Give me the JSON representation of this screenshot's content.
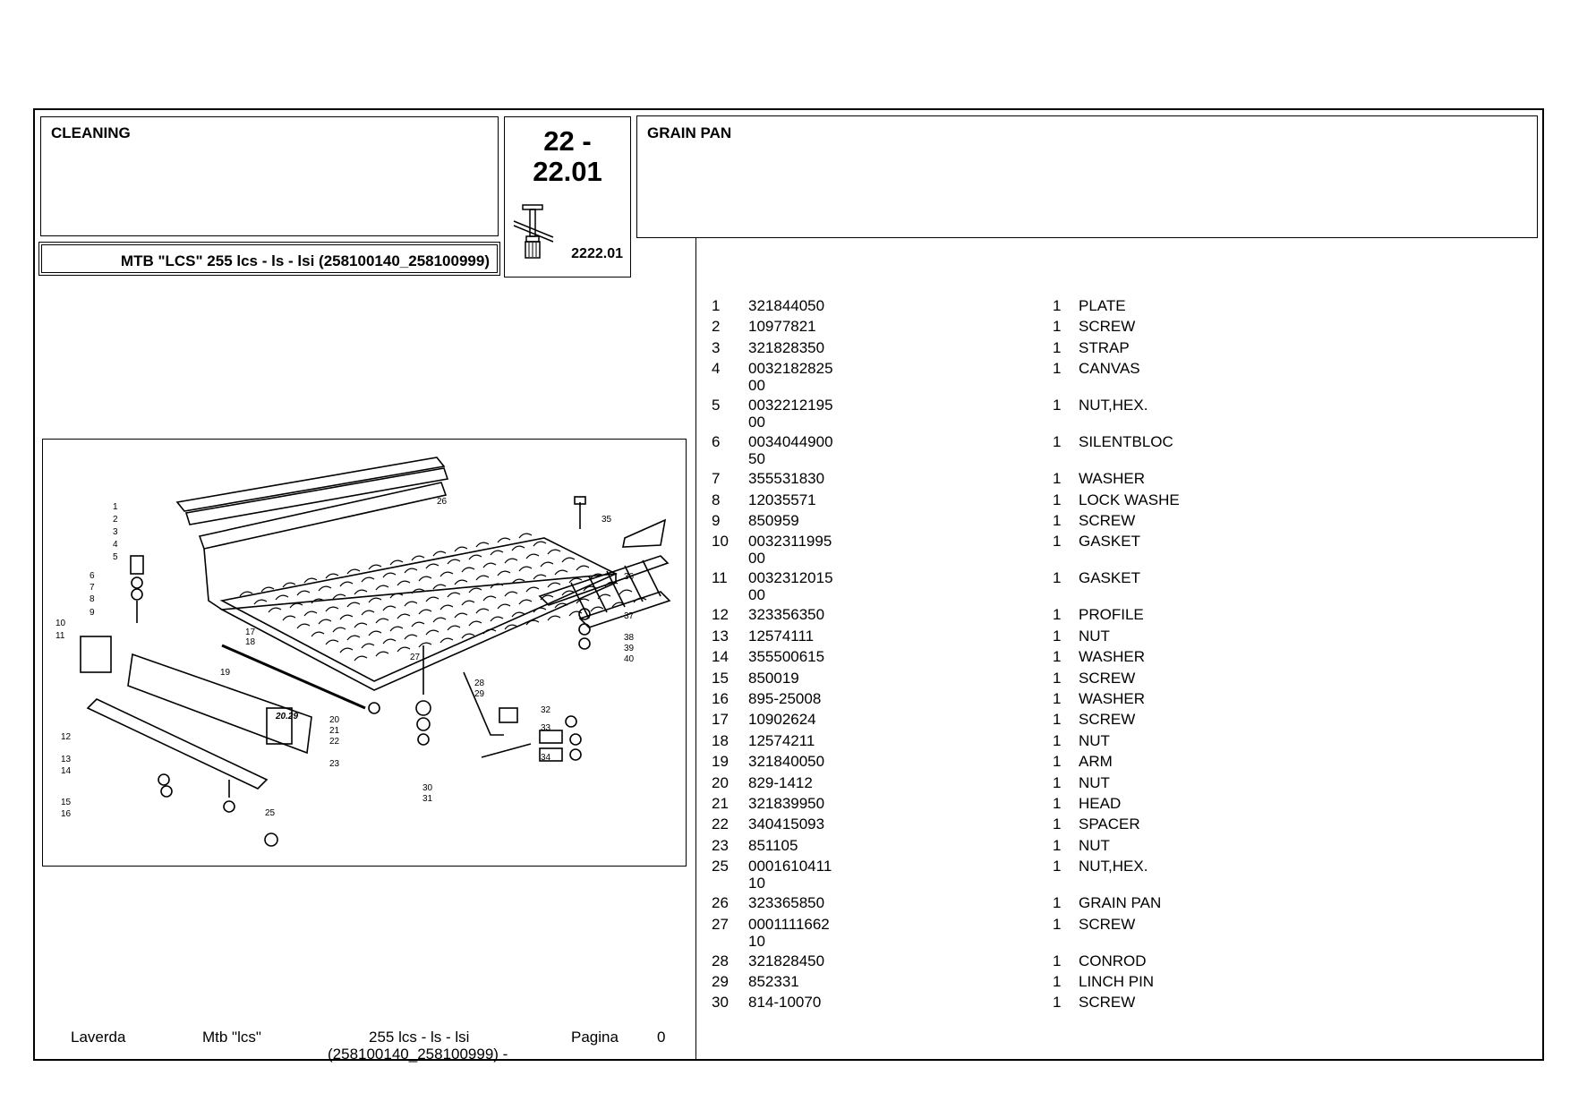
{
  "header": {
    "section_title": "CLEANING",
    "model_line": "MTB \"LCS\" 255 lcs - ls - lsi (258100140_258100999)",
    "group_code": "22 -\n22.01",
    "group_code_line1": "22 -",
    "group_code_line2": "22.01",
    "sub_code": "2222.01",
    "part_title": "GRAIN PAN"
  },
  "diagram": {
    "callouts": [
      "1",
      "2",
      "3",
      "4",
      "5",
      "6",
      "7",
      "8",
      "9",
      "10",
      "11",
      "12",
      "13",
      "14",
      "15",
      "16",
      "17",
      "18",
      "19",
      "20",
      "21",
      "22",
      "23",
      "25",
      "26",
      "27",
      "28",
      "29",
      "30",
      "31",
      "32",
      "33",
      "34",
      "35",
      "36",
      "37",
      "38",
      "39",
      "40"
    ],
    "reference_label": "20.29",
    "line_color": "#000000"
  },
  "parts": [
    {
      "num": "1",
      "code_line1": "321844050",
      "code_line2": "",
      "qty": "1",
      "desc": "PLATE"
    },
    {
      "num": "2",
      "code_line1": "10977821",
      "code_line2": "",
      "qty": "1",
      "desc": "SCREW"
    },
    {
      "num": "3",
      "code_line1": "321828350",
      "code_line2": "",
      "qty": "1",
      "desc": "STRAP"
    },
    {
      "num": "4",
      "code_line1": "0032182825",
      "code_line2": "00",
      "qty": "1",
      "desc": "CANVAS"
    },
    {
      "num": "5",
      "code_line1": "0032212195",
      "code_line2": "00",
      "qty": "1",
      "desc": "NUT,HEX."
    },
    {
      "num": "6",
      "code_line1": "0034044900",
      "code_line2": "50",
      "qty": "1",
      "desc": "SILENTBLOC"
    },
    {
      "num": "7",
      "code_line1": "355531830",
      "code_line2": "",
      "qty": "1",
      "desc": "WASHER"
    },
    {
      "num": "8",
      "code_line1": "12035571",
      "code_line2": "",
      "qty": "1",
      "desc": "LOCK WASHE"
    },
    {
      "num": "9",
      "code_line1": "850959",
      "code_line2": "",
      "qty": "1",
      "desc": "SCREW"
    },
    {
      "num": "10",
      "code_line1": "0032311995",
      "code_line2": "00",
      "qty": "1",
      "desc": "GASKET"
    },
    {
      "num": "11",
      "code_line1": "0032312015",
      "code_line2": "00",
      "qty": "1",
      "desc": "GASKET"
    },
    {
      "num": "12",
      "code_line1": "323356350",
      "code_line2": "",
      "qty": "1",
      "desc": "PROFILE"
    },
    {
      "num": "13",
      "code_line1": "12574111",
      "code_line2": "",
      "qty": "1",
      "desc": "NUT"
    },
    {
      "num": "14",
      "code_line1": "355500615",
      "code_line2": "",
      "qty": "1",
      "desc": "WASHER"
    },
    {
      "num": "15",
      "code_line1": "850019",
      "code_line2": "",
      "qty": "1",
      "desc": "SCREW"
    },
    {
      "num": "16",
      "code_line1": "895-25008",
      "code_line2": "",
      "qty": "1",
      "desc": "WASHER"
    },
    {
      "num": "17",
      "code_line1": "10902624",
      "code_line2": "",
      "qty": "1",
      "desc": "SCREW"
    },
    {
      "num": "18",
      "code_line1": "12574211",
      "code_line2": "",
      "qty": "1",
      "desc": "NUT"
    },
    {
      "num": "19",
      "code_line1": "321840050",
      "code_line2": "",
      "qty": "1",
      "desc": "ARM"
    },
    {
      "num": "20",
      "code_line1": "829-1412",
      "code_line2": "",
      "qty": "1",
      "desc": "NUT"
    },
    {
      "num": "21",
      "code_line1": "321839950",
      "code_line2": "",
      "qty": "1",
      "desc": "HEAD"
    },
    {
      "num": "22",
      "code_line1": "340415093",
      "code_line2": "",
      "qty": "1",
      "desc": "SPACER"
    },
    {
      "num": "23",
      "code_line1": "851105",
      "code_line2": "",
      "qty": "1",
      "desc": "NUT"
    },
    {
      "num": "25",
      "code_line1": "0001610411",
      "code_line2": "10",
      "qty": "1",
      "desc": "NUT,HEX."
    },
    {
      "num": "26",
      "code_line1": "323365850",
      "code_line2": "",
      "qty": "1",
      "desc": "GRAIN PAN"
    },
    {
      "num": "27",
      "code_line1": "0001111662",
      "code_line2": "10",
      "qty": "1",
      "desc": "SCREW"
    },
    {
      "num": "28",
      "code_line1": "321828450",
      "code_line2": "",
      "qty": "1",
      "desc": "CONROD"
    },
    {
      "num": "29",
      "code_line1": "852331",
      "code_line2": "",
      "qty": "1",
      "desc": "LINCH PIN"
    },
    {
      "num": "30",
      "code_line1": "814-10070",
      "code_line2": "",
      "qty": "1",
      "desc": "SCREW"
    }
  ],
  "footer": {
    "brand": "Laverda",
    "series": "Mtb \"lcs\"",
    "model_line1": "255 lcs - ls - lsi",
    "model_line2": "(258100140_258100999) -",
    "page_label": "Pagina",
    "page_number": "0"
  }
}
